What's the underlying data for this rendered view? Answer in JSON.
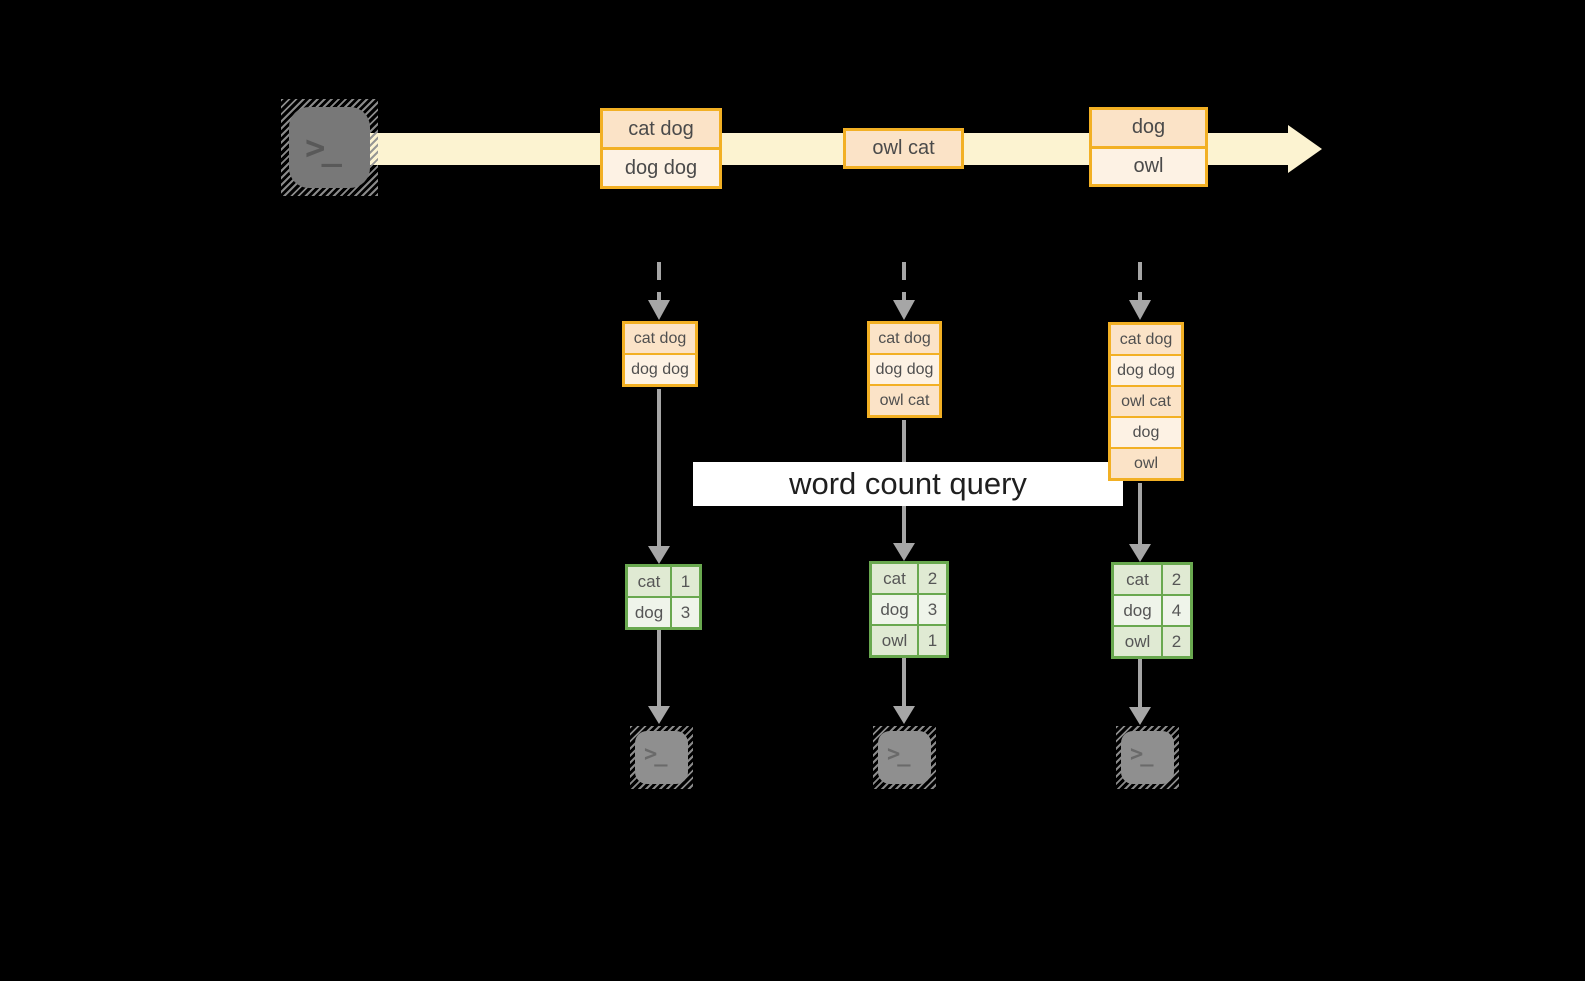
{
  "query_banner": {
    "label": "word count query"
  },
  "source_terminal": {
    "prompt": ">_"
  },
  "stream_events": [
    {
      "rows": [
        "cat dog",
        "dog dog"
      ]
    },
    {
      "rows": [
        "owl cat"
      ]
    },
    {
      "rows": [
        "dog",
        "owl"
      ]
    }
  ],
  "pipelines": [
    {
      "buffered_events": [
        "cat dog",
        "dog dog"
      ],
      "word_counts": [
        {
          "word": "cat",
          "count": "1"
        },
        {
          "word": "dog",
          "count": "3"
        }
      ],
      "sink_terminal": {
        "prompt": ">_"
      }
    },
    {
      "buffered_events": [
        "cat dog",
        "dog dog",
        "owl cat"
      ],
      "word_counts": [
        {
          "word": "cat",
          "count": "2"
        },
        {
          "word": "dog",
          "count": "3"
        },
        {
          "word": "owl",
          "count": "1"
        }
      ],
      "sink_terminal": {
        "prompt": ">_"
      }
    },
    {
      "buffered_events": [
        "cat dog",
        "dog dog",
        "owl cat",
        "dog",
        "owl"
      ],
      "word_counts": [
        {
          "word": "cat",
          "count": "2"
        },
        {
          "word": "dog",
          "count": "4"
        },
        {
          "word": "owl",
          "count": "2"
        }
      ],
      "sink_terminal": {
        "prompt": ">_"
      }
    }
  ],
  "colors": {
    "background": "#000000",
    "stream_band": "#FCF3D1",
    "orange_border": "#F2B024",
    "peach_fill": "#FBE3C7",
    "light_peach_fill": "#FDF2E4",
    "green_border": "#69A84F",
    "green_fill": "#E0EAD3",
    "light_green_fill": "#EFF4EA",
    "arrow_gray": "#A6A6A6",
    "source_terminal_gray": "#787878",
    "sink_terminal_gray": "#8F8F8F",
    "banner_background": "#FFFFFF"
  }
}
